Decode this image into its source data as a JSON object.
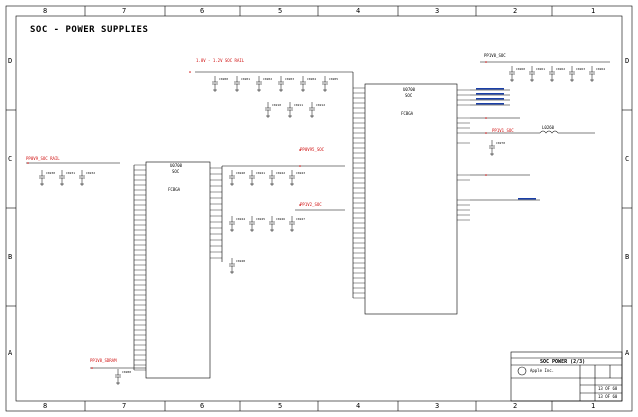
{
  "sheet": {
    "title": "SOC - POWER SUPPLIES",
    "zones_x": [
      "8",
      "7",
      "6",
      "5",
      "4",
      "3",
      "2",
      "1"
    ],
    "zones_y": [
      "D",
      "C",
      "B",
      "A"
    ]
  },
  "socs": {
    "left": {
      "ref": "U0700",
      "line2": "SOC",
      "line3": "FCBGA"
    },
    "right": {
      "ref": "U0700",
      "line2": "SOC",
      "line3": "FCBGA"
    }
  },
  "rails": {
    "top_left": "1.8V - 1.2V SOC RAIL",
    "top_right": "PP1V8_SOC",
    "mid_left": "PP0V9_SOC RAIL",
    "mid_right_1": "PP0V95_SOC",
    "mid_right_2": "PP1V2_SOC",
    "bottom_left": "PP1V8_SDRAM",
    "net_out": "PP1V1_SOC"
  },
  "caps_top": [
    "C0200",
    "C0201",
    "C0202",
    "C0203",
    "C0204",
    "C0205"
  ],
  "caps_top_row2": [
    "C0210",
    "C0211",
    "C0212"
  ],
  "caps_left": [
    "C0230",
    "C0231",
    "C0232"
  ],
  "caps_mid": [
    "C0240",
    "C0241",
    "C0242",
    "C0243"
  ],
  "caps_mid_row2": [
    "C0244",
    "C0245",
    "C0246",
    "C0247"
  ],
  "caps_mid_row3": [
    "C0248"
  ],
  "caps_right": [
    "C0260",
    "C0261",
    "C0262",
    "C0263",
    "C0264"
  ],
  "cap_single": "C0270",
  "cap_bottom": "C0280",
  "inductor": "L0260",
  "title_block": {
    "sheet_name": "SOC POWER (2/3)",
    "company": "Apple Inc.",
    "page": "13 OF 68",
    "page2": "13 OF 60"
  }
}
